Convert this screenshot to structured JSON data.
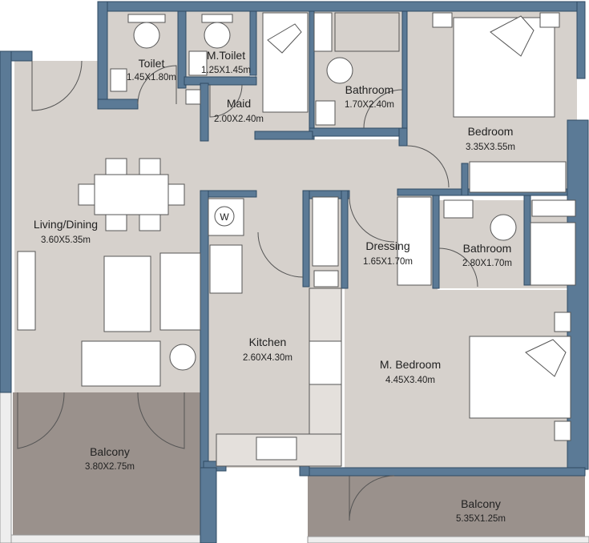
{
  "colors": {
    "wall": "#5b7a96",
    "wall_stroke": "#2f4a63",
    "floor": "#d6d1cc",
    "balcony": "#9a918c",
    "furniture": "#ffffff",
    "line": "#444444"
  },
  "rooms": [
    {
      "name": "Toilet",
      "size": "1.45X1.80m"
    },
    {
      "name": "M.Toilet",
      "size": "1.25X1.45m"
    },
    {
      "name": "Maid",
      "size": "2.00X2.40m"
    },
    {
      "name": "Bathroom",
      "size": "1.70X2.40m"
    },
    {
      "name": "Bedroom",
      "size": "3.35X3.55m"
    },
    {
      "name": "Living/Dining",
      "size": "3.60X5.35m"
    },
    {
      "name": "Dressing",
      "size": "1.65X1.70m"
    },
    {
      "name": "Bathroom",
      "size": "2.80X1.70m"
    },
    {
      "name": "Kitchen",
      "size": "2.60X4.30m"
    },
    {
      "name": "M. Bedroom",
      "size": "4.45X3.40m"
    },
    {
      "name": "Balcony",
      "size": "3.80X2.75m"
    },
    {
      "name": "Balcony",
      "size": "5.35X1.25m"
    }
  ],
  "icons": {
    "washer": "W"
  }
}
